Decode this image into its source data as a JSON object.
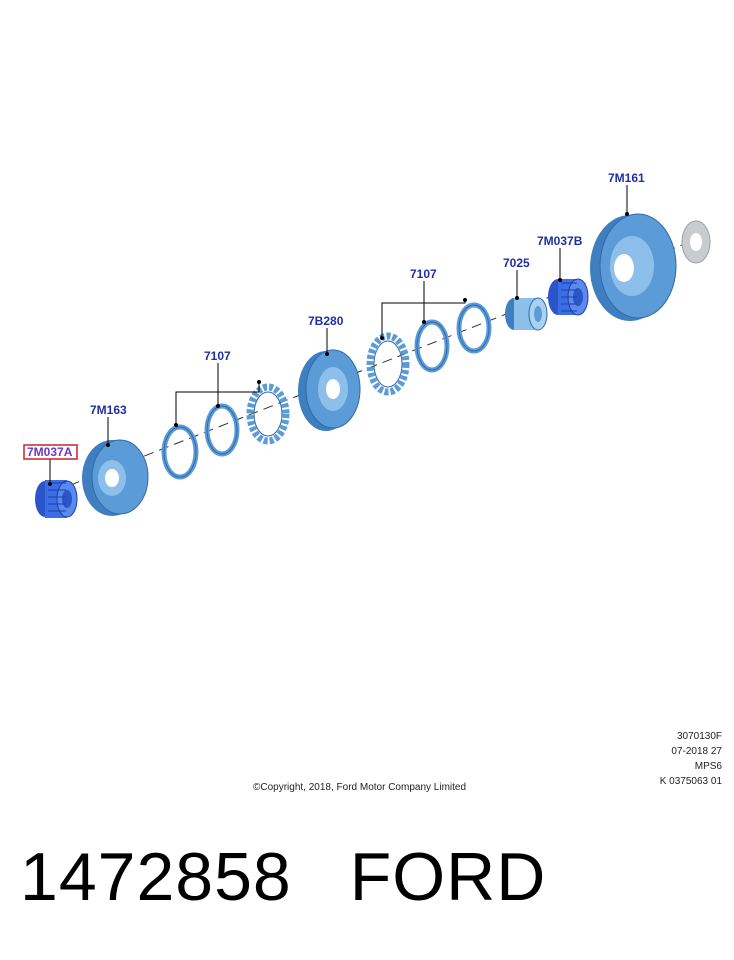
{
  "callouts": {
    "c7M037A": "7M037A",
    "c7M163": "7M163",
    "c7107a": "7107",
    "c7B280": "7B280",
    "c7107b": "7107",
    "c7025": "7025",
    "c7M037B": "7M037B",
    "c7M161": "7M161"
  },
  "meta": {
    "line1": "3070130F",
    "line2": "07-2018 27",
    "line3": "MPS6",
    "line4": "K 0375063 01"
  },
  "copyright": "©Copyright, 2018, Ford Motor Company Limited",
  "footer": {
    "part_number": "1472858",
    "brand": "FORD"
  },
  "colors": {
    "part_fill": "#5b9bd8",
    "part_dark": "#3f7fbf",
    "part_light": "#8cc0ea",
    "bearing_fill": "#3b6ee6",
    "callout_text": "#1f2fa3",
    "selected_highlight": "#d0202a"
  }
}
